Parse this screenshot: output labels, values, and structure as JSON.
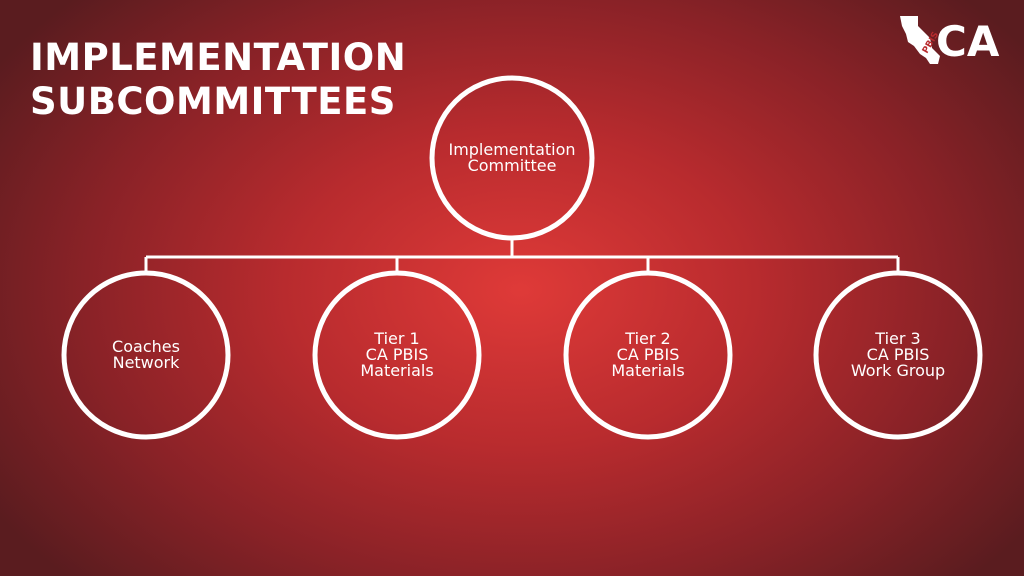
{
  "slide": {
    "title_lines": [
      "IMPLEMENTATION",
      "SUBCOMMITTEES"
    ]
  },
  "logo": {
    "text": "CA",
    "subtext": "PBIS"
  },
  "org_chart": {
    "root": {
      "lines": [
        "Implementation",
        "Committee"
      ]
    },
    "children": [
      {
        "lines": [
          "Coaches",
          "Network"
        ]
      },
      {
        "lines": [
          "Tier 1",
          "CA PBIS",
          "Materials"
        ]
      },
      {
        "lines": [
          "Tier 2",
          "CA PBIS",
          "Materials"
        ]
      },
      {
        "lines": [
          "Tier 3",
          "CA PBIS",
          "Work Group"
        ]
      }
    ]
  },
  "colors": {
    "background_center": "#df3a38",
    "background_edge": "#5a1c1f",
    "foreground": "#ffffff"
  }
}
